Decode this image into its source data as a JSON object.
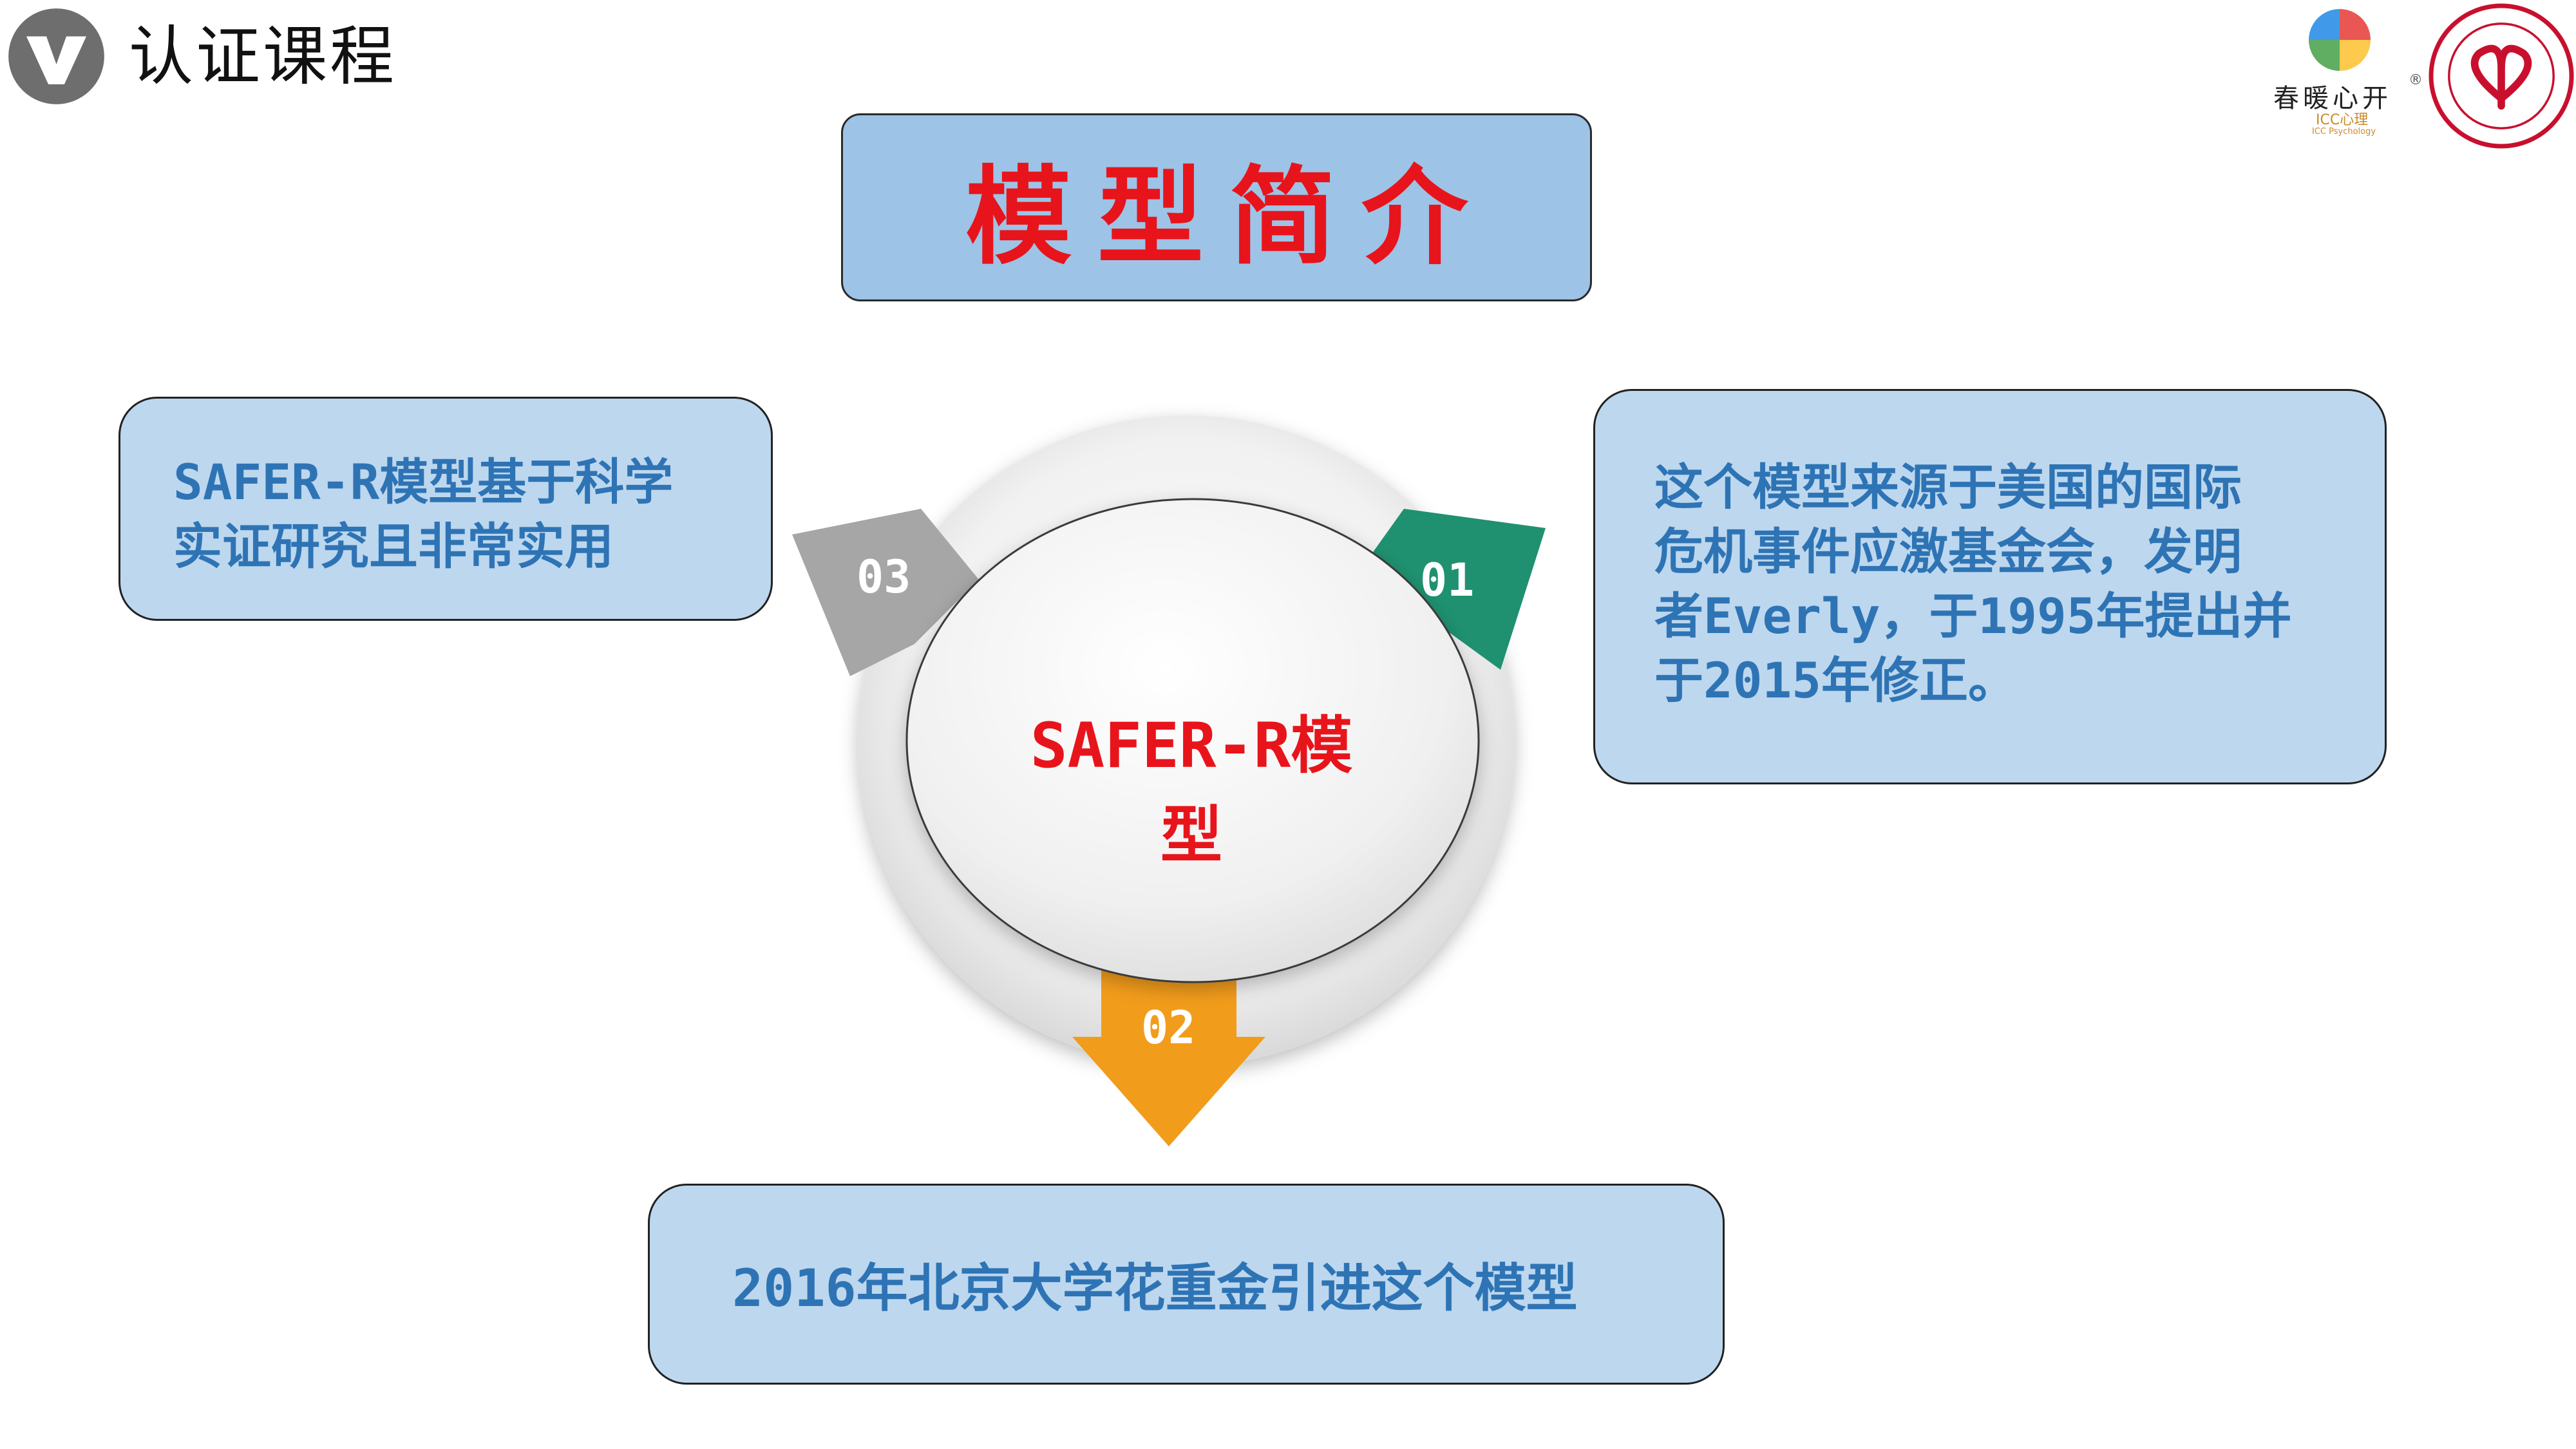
{
  "header": {
    "title": "认证课程"
  },
  "brand": {
    "name": "春暖心开",
    "reg": "®",
    "sub": "ICC心理",
    "sub2": "ICC Psychology"
  },
  "slide": {
    "title": "模型简介",
    "center_label": "SAFER-R模型",
    "steps": [
      {
        "num": "01",
        "color": "#1f9170"
      },
      {
        "num": "02",
        "color": "#f29c1b"
      },
      {
        "num": "03",
        "color": "#a6a6a6"
      }
    ],
    "box_left": "SAFER-R模型基于科学\n实证研究且非常实用",
    "box_right": "这个模型来源于美国的国际\n危机事件应激基金会，发明\n者Everly，于1995年提出并\n于2015年修正。",
    "box_bottom": "2016年北京大学花重金引进这个模型"
  },
  "colors": {
    "accent_red": "#e8141b",
    "text_blue": "#2e74b5",
    "box_blue": "#bdd7ee",
    "title_box_blue": "#9dc3e6"
  }
}
